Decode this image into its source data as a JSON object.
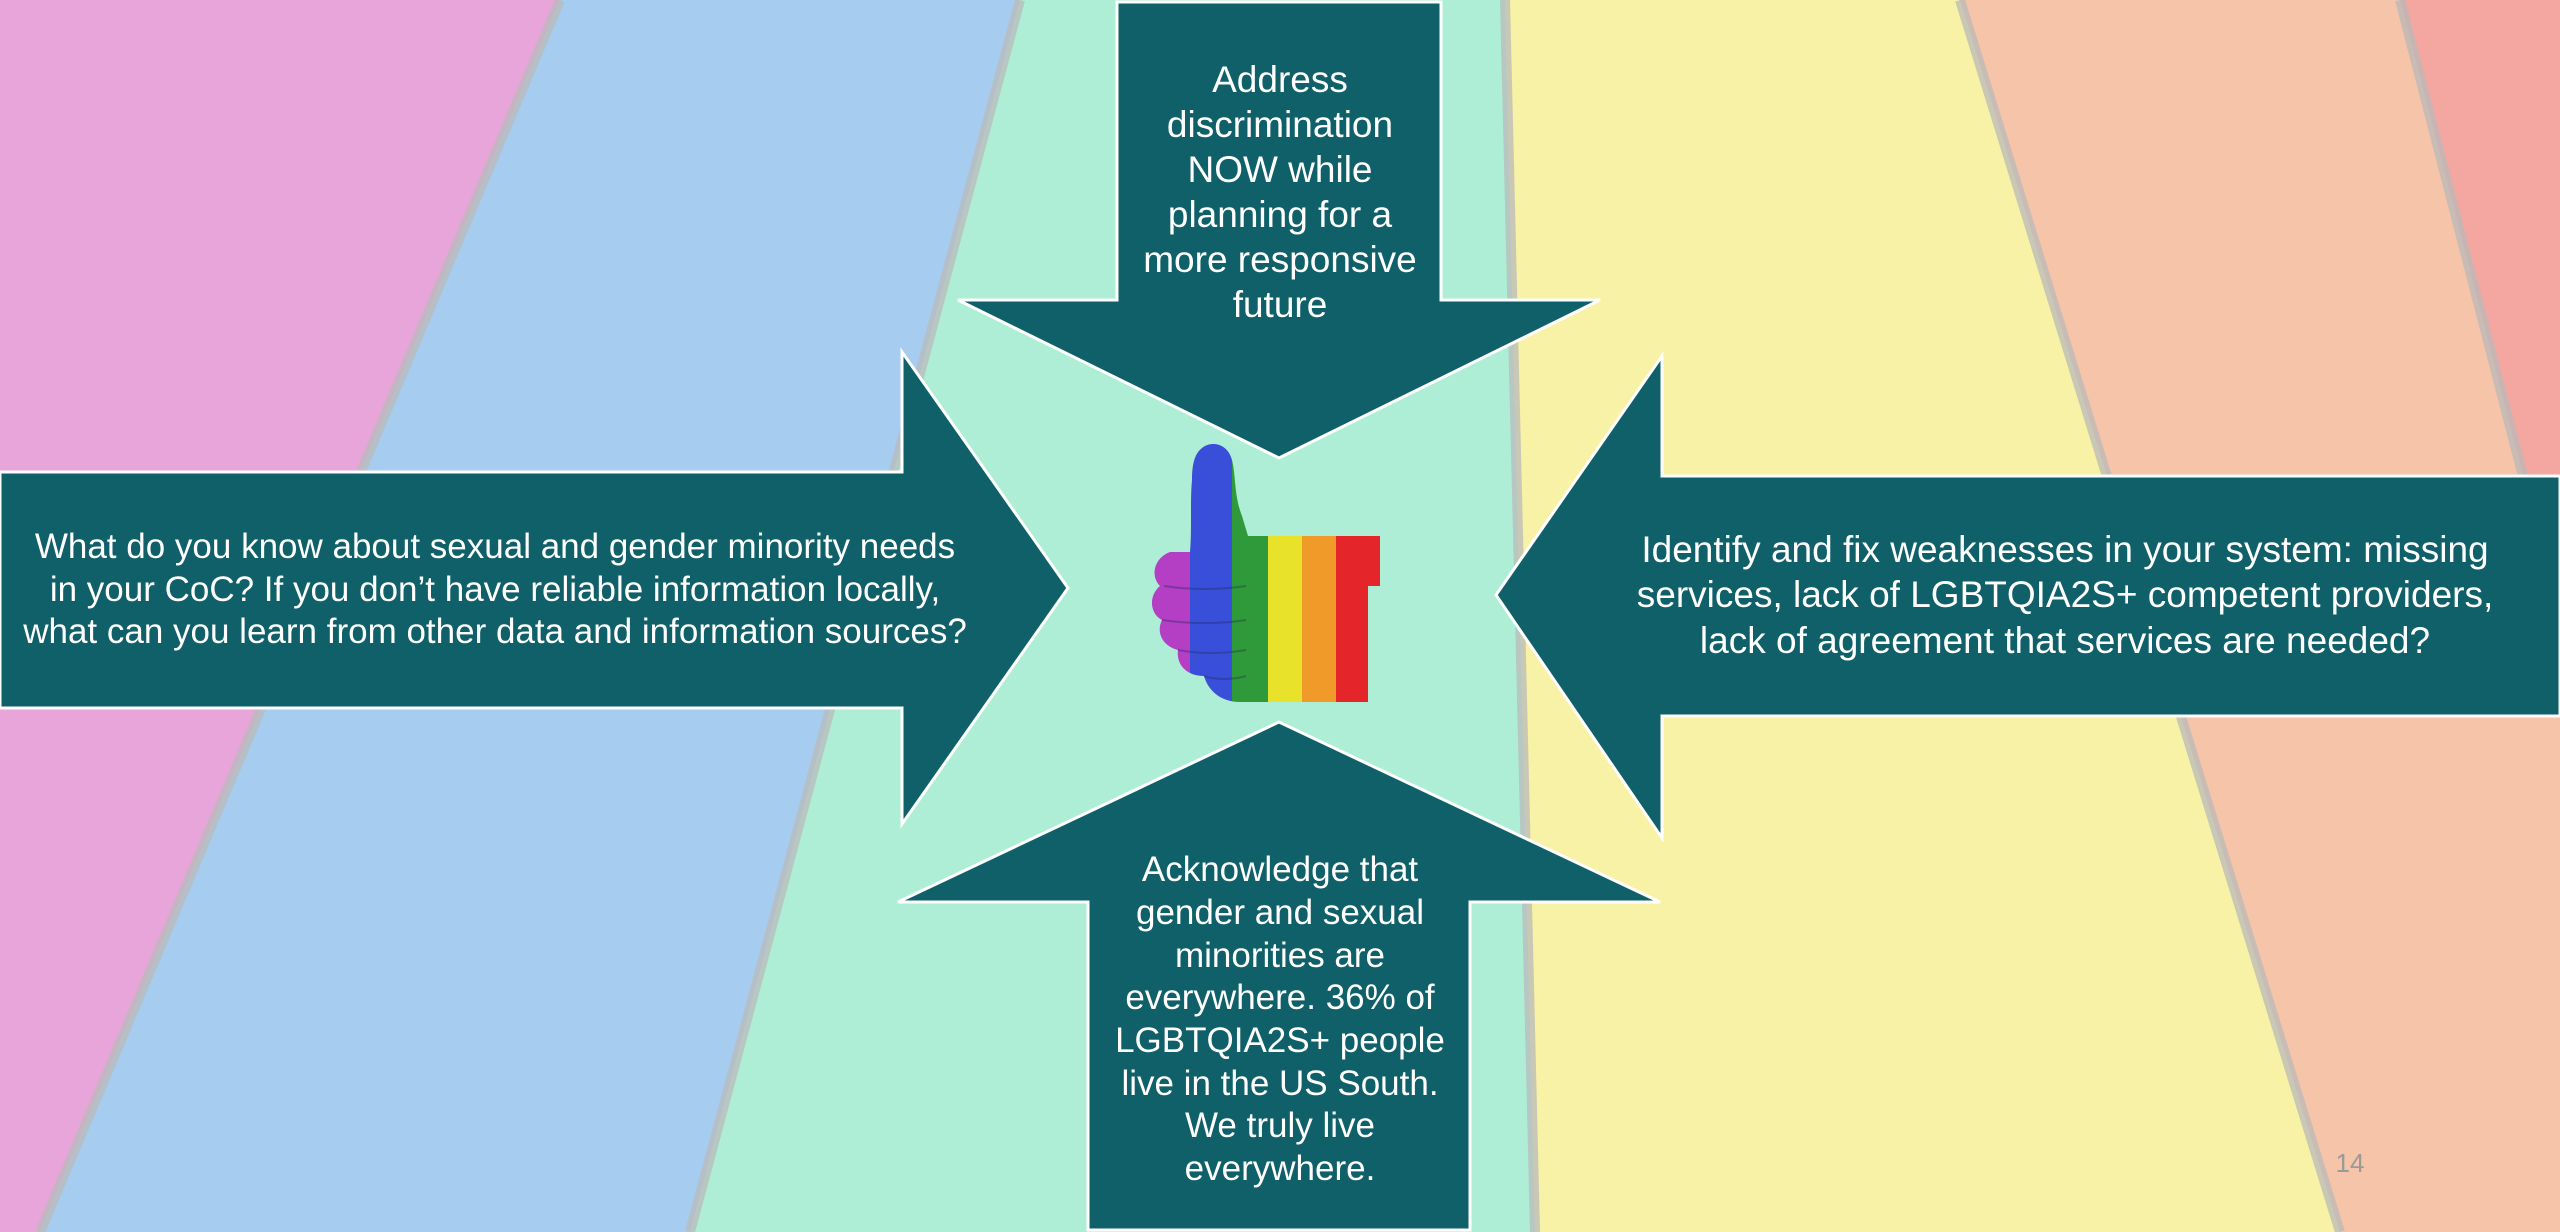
{
  "slide": {
    "arrows": {
      "top": "Address discrimination NOW while planning for a more responsive future",
      "left": "What do you know about sexual and gender minority needs in your CoC? If you don’t have reliable information locally, what can you learn from other data and information sources?",
      "right": "Identify and fix weaknesses in your system: missing services, lack of LGBTQIA2S+ competent providers, lack of agreement that services are needed?",
      "bottom": "Acknowledge that gender and sexual minorities are everywhere. 36% of LGBTQIA2S+ people live in the US South. We truly live everywhere."
    },
    "page_number": "14"
  },
  "colors": {
    "arrow_fill": "#0f6069",
    "arrow_outline": "#ffffff",
    "stripe_pink": "#e8a5da",
    "stripe_blue": "#a6cdf0",
    "stripe_green": "#aeeed6",
    "stripe_yellow": "#f8f2a6",
    "stripe_orange": "#f6c4a8",
    "stripe_red": "#f3a7a0",
    "road_line": "#b9b9b9"
  },
  "icons": {
    "center_image": "rainbow-thumbs-up-icon"
  }
}
